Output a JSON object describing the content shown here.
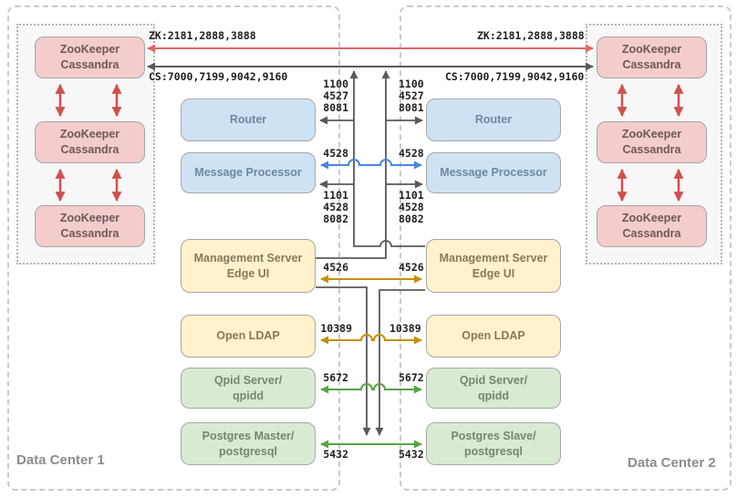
{
  "data_centers": [
    {
      "label": "Data Center 1"
    },
    {
      "label": "Data Center 2"
    }
  ],
  "zk_node_label": "ZooKeeper\nCassandra",
  "components": {
    "router": "Router",
    "message_processor": "Message Processor",
    "management": "Management Server\nEdge UI",
    "ldap": "Open LDAP",
    "qpid": "Qpid Server/\nqpidd",
    "postgres_master": "Postgres Master/\npostgresql",
    "postgres_slave": "Postgres Slave/\npostgresql"
  },
  "port_labels": {
    "zk": "ZK:2181,2888,3888",
    "cs": "CS:7000,7199,9042,9160",
    "router_ports": "1100\n4527\n8081",
    "mp_sync_port": "4528",
    "mp_ports": "1101\n4528\n8082",
    "management_port": "4526",
    "ldap_port": "10389",
    "qpid_port": "5672",
    "postgres_port": "5432"
  },
  "colors": {
    "zk_link": "#e06666",
    "cassandra_arrow": "#d0504d",
    "dark_link": "#595959",
    "blue_link": "#4a86e8",
    "gold_link": "#c49102",
    "green_link": "#53a544",
    "pink_fill": "#f4cccc",
    "blue_fill": "#cfe2f3",
    "yellow_fill": "#fff2cc",
    "green_fill": "#d9ead3",
    "box_border": "#a6a6a6"
  }
}
